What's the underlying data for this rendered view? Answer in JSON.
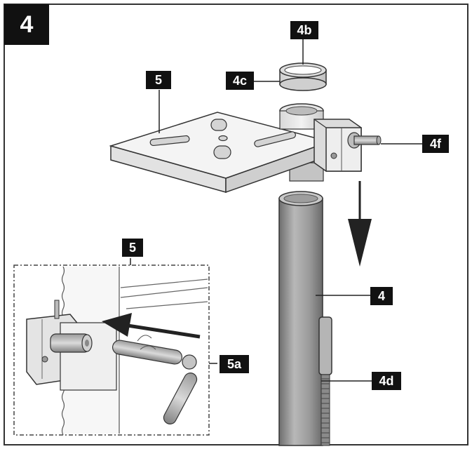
{
  "figure": {
    "step_number": "4",
    "labels": {
      "part_4b": "4b",
      "part_4c": "4c",
      "part_5_top": "5",
      "part_4f": "4f",
      "part_5_inset": "5",
      "part_4": "4",
      "part_5a": "5a",
      "part_4d": "4d"
    }
  },
  "colors": {
    "label_bg": "#111111",
    "label_text": "#ffffff",
    "line": "#222222",
    "column_fill": "#9a9a9a",
    "part_fill": "#e8e8e8"
  }
}
